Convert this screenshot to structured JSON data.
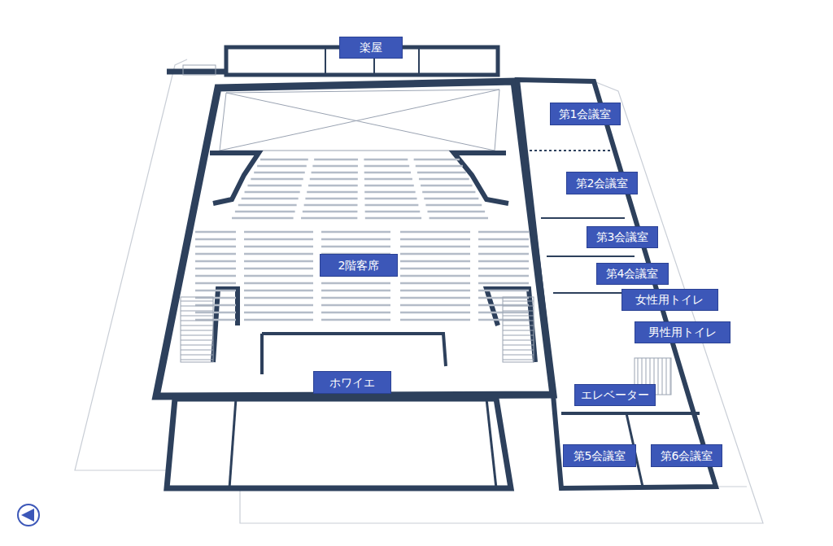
{
  "diagram": {
    "nodes": [
      {
        "text": [
          "楽屋"
        ]
      },
      {
        "text": [
          "第1会議室"
        ]
      },
      {
        "text": [
          "第2会議室"
        ]
      },
      {
        "text": [
          "第3会議室"
        ]
      },
      {
        "text": [
          "2階客席"
        ]
      },
      {
        "text": [
          "第4会議室"
        ]
      },
      {
        "text": [
          "女性用トイレ"
        ]
      },
      {
        "text": [
          "男性用トイレ"
        ]
      },
      {
        "text": [
          "ホワイエ"
        ]
      },
      {
        "text": [
          "エレベーター"
        ]
      },
      {
        "text": [
          "第5会議室"
        ]
      },
      {
        "text": [
          "第6会議室"
        ]
      }
    ]
  }
}
